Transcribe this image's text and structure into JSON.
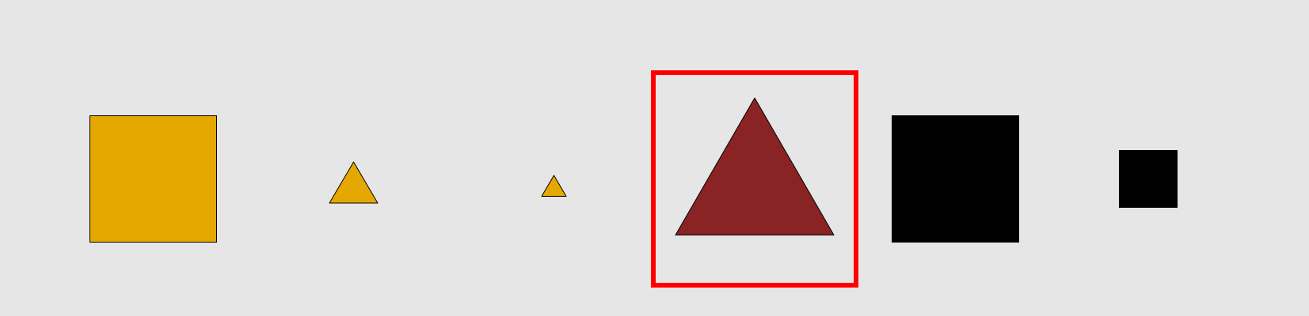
{
  "scene": {
    "background_color": "#e6e6e6",
    "shapes": [
      {
        "name": "orange-square",
        "kind": "square",
        "color": "#e5a800"
      },
      {
        "name": "orange-triangle-medium",
        "kind": "triangle",
        "color": "#e5a800"
      },
      {
        "name": "orange-triangle-small",
        "kind": "triangle",
        "color": "#e5a800"
      },
      {
        "name": "dark-red-triangle",
        "kind": "triangle",
        "color": "#8a2424",
        "highlighted": true
      },
      {
        "name": "black-square-large",
        "kind": "square",
        "color": "#000000"
      },
      {
        "name": "black-square-small",
        "kind": "square",
        "color": "#000000"
      }
    ],
    "selection_box": {
      "color": "#ff0000",
      "target": "dark-red-triangle"
    }
  }
}
